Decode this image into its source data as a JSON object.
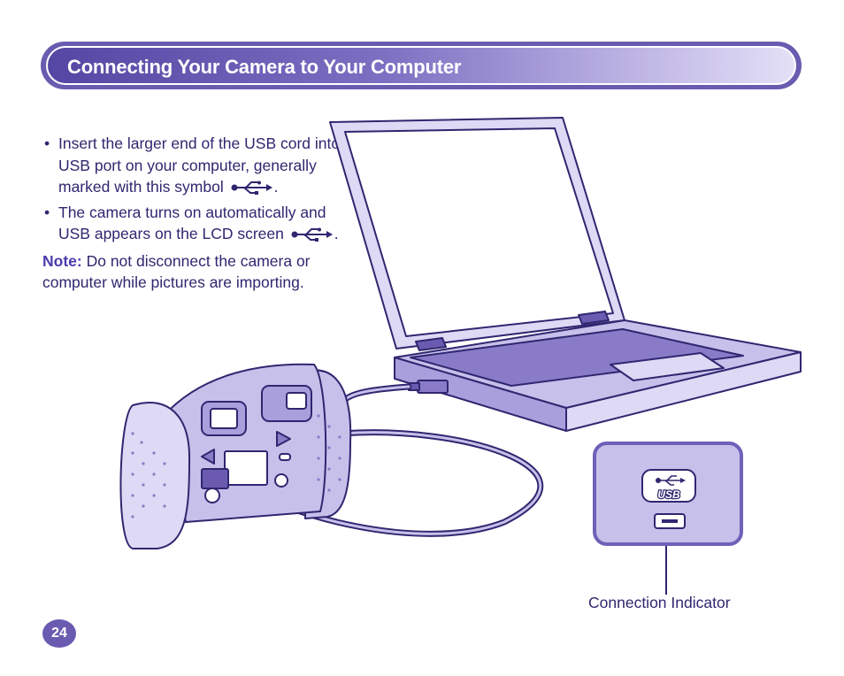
{
  "header": {
    "title": "Connecting Your Camera to Your Computer"
  },
  "instructions": {
    "bullets": [
      {
        "text": "Insert the larger end of the USB cord into a USB port on your computer, generally marked with this symbol",
        "suffix": "."
      },
      {
        "text": "The camera turns on automatically and USB appears on the LCD screen",
        "suffix": "."
      }
    ],
    "bullet_glyph": "•",
    "note_label": "Note:",
    "note_text": "Do not disconnect the camera or computer while pictures are importing."
  },
  "indicator": {
    "display_text": "USB",
    "label": "Connection Indicator"
  },
  "footer": {
    "page_number": "24"
  },
  "icons": [
    "usb-icon"
  ],
  "colors": {
    "brand_purple": "#6a5bb0",
    "light_purple": "#c7c0ea",
    "text": "#2f2770"
  }
}
